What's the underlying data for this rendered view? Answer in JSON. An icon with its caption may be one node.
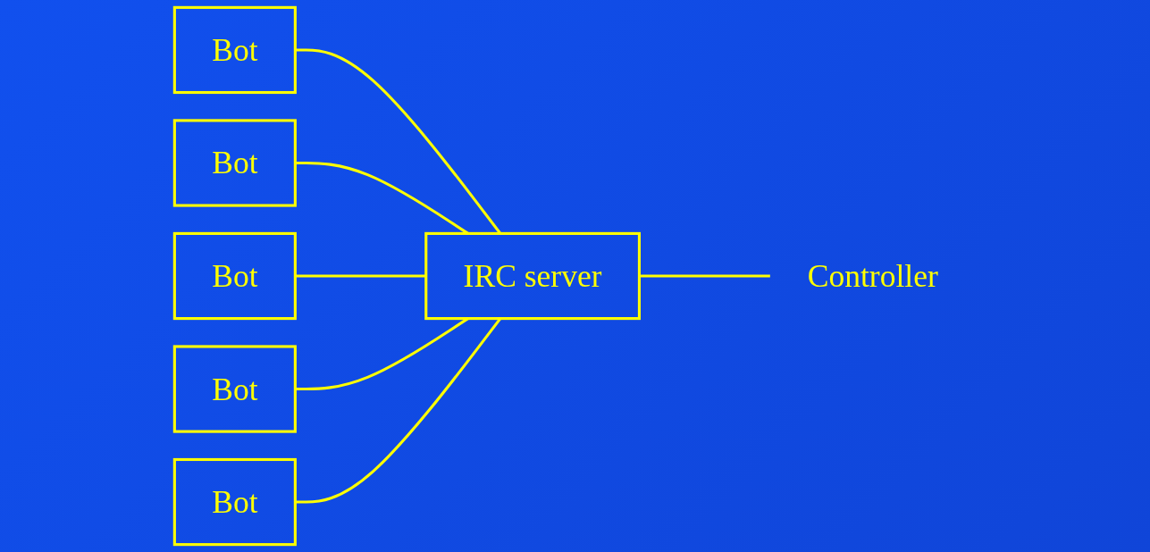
{
  "diagram": {
    "nodes": [
      {
        "text": [
          "Bot"
        ]
      },
      {
        "text": [
          "Bot"
        ]
      },
      {
        "text": [
          "IRC server"
        ]
      },
      {
        "text": [
          "Bot"
        ]
      },
      {
        "text": [
          "Controller"
        ]
      },
      {
        "text": [
          "Bot"
        ]
      },
      {
        "text": [
          "Bot"
        ]
      }
    ],
    "edges": [
      {
        "from": 0,
        "to": 2,
        "arrow": "none"
      },
      {
        "from": 1,
        "to": 2,
        "arrow": "none"
      },
      {
        "from": 3,
        "to": 2,
        "arrow": "none"
      },
      {
        "from": 5,
        "to": 2,
        "arrow": "none"
      },
      {
        "from": 6,
        "to": 2,
        "arrow": "none"
      },
      {
        "from": 2,
        "to": 4,
        "arrow": "none"
      }
    ]
  }
}
